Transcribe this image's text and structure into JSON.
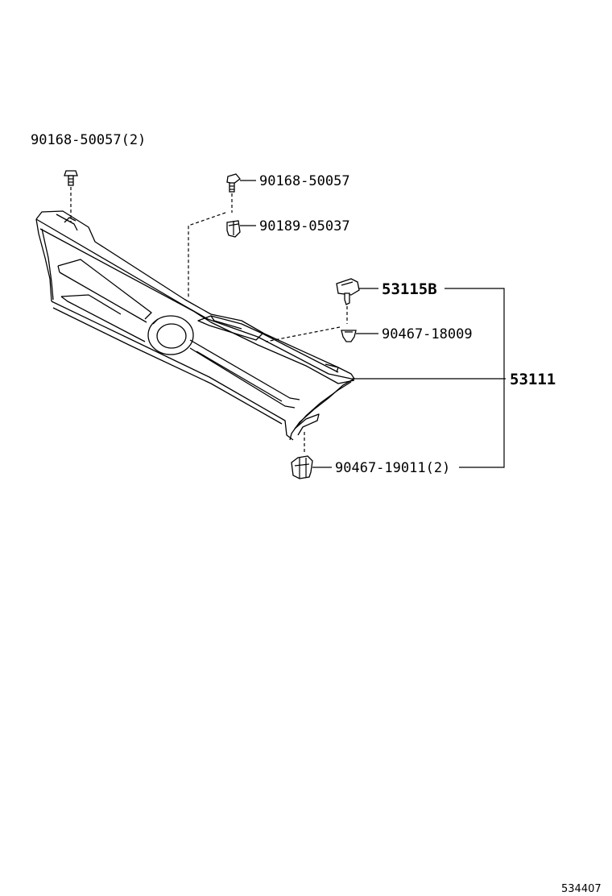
{
  "diagram": {
    "callouts": {
      "bolt_left": "90168-50057(2)",
      "bolt_top": "90168-50057",
      "nut_top": "90189-05037",
      "bracket": "53115B",
      "clip_mid": "90467-18009",
      "grille": "53111",
      "clip_bottom": "90467-19011(2)"
    },
    "figure_number": "534407"
  }
}
